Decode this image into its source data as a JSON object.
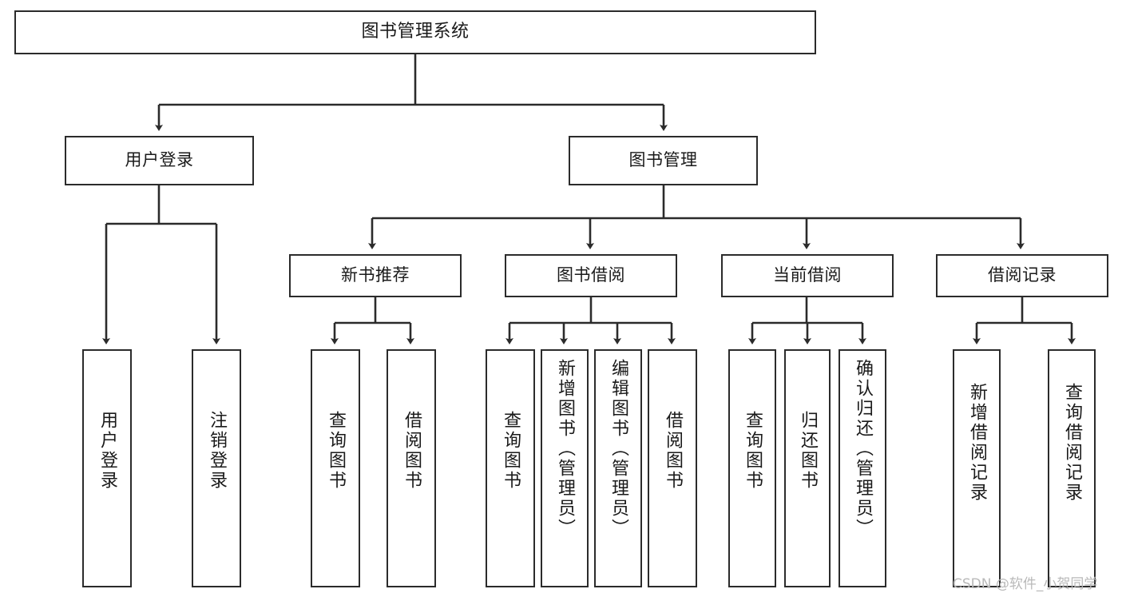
{
  "diagram": {
    "title": "图书管理系统",
    "type": "hierarchy-tree",
    "watermark": "CSDN @软件_小贺同学",
    "colors": {
      "box_border": "#2b2b2b",
      "box_fill": "#ffffff",
      "line": "#2b2b2b",
      "text": "#1a1a1a",
      "watermark": "#b9b9b9",
      "background": "#ffffff"
    },
    "nodes": {
      "root": {
        "label": "图书管理系统"
      },
      "level2": [
        {
          "id": "user-login",
          "label": "用户登录"
        },
        {
          "id": "book-management",
          "label": "图书管理"
        }
      ],
      "level3": [
        {
          "id": "new-book-recommend",
          "label": "新书推荐"
        },
        {
          "id": "book-borrow",
          "label": "图书借阅"
        },
        {
          "id": "current-borrow",
          "label": "当前借阅"
        },
        {
          "id": "borrow-record",
          "label": "借阅记录"
        }
      ],
      "leaves": {
        "user_login": [
          {
            "id": "leaf-user-login",
            "label": "用户登录"
          },
          {
            "id": "leaf-user-logout",
            "label": "注销登录"
          }
        ],
        "new_book_recommend": [
          {
            "id": "leaf-query-book-1",
            "label": "查询图书"
          },
          {
            "id": "leaf-borrow-book-1",
            "label": "借阅图书"
          }
        ],
        "book_borrow": [
          {
            "id": "leaf-query-book-2",
            "label": "查询图书"
          },
          {
            "id": "leaf-add-book",
            "label": "新增图书（管理员）"
          },
          {
            "id": "leaf-edit-book",
            "label": "编辑图书（管理员）"
          },
          {
            "id": "leaf-borrow-book-2",
            "label": "借阅图书"
          }
        ],
        "current_borrow": [
          {
            "id": "leaf-query-book-3",
            "label": "查询图书"
          },
          {
            "id": "leaf-return-book",
            "label": "归还图书"
          },
          {
            "id": "leaf-confirm-return",
            "label": "确认归还（管理员）"
          }
        ],
        "borrow_record": [
          {
            "id": "leaf-add-record",
            "label": "新增借阅记录"
          },
          {
            "id": "leaf-query-record",
            "label": "查询借阅记录"
          }
        ]
      }
    }
  }
}
